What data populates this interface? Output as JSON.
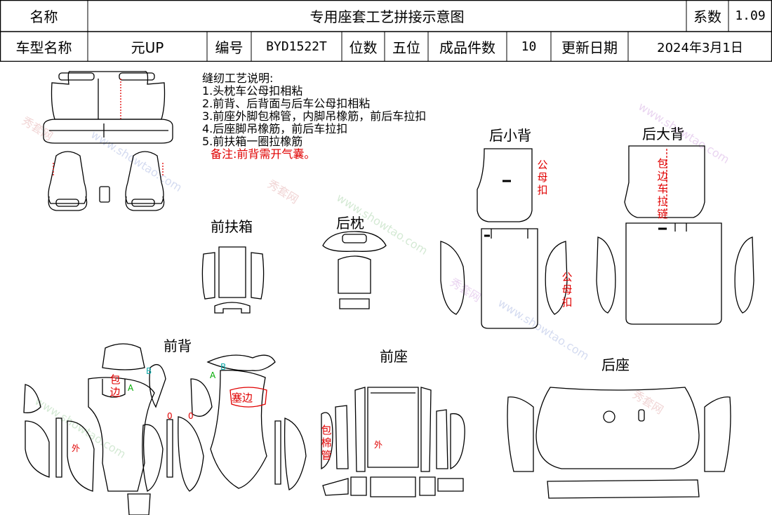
{
  "header": {
    "name_label": "名称",
    "title": "专用座套工艺拼接示意图",
    "coef_label": "系数",
    "coef_value": "1.09",
    "model_label": "车型名称",
    "model_value": "元UP",
    "code_label": "编号",
    "code_value": "BYD1522T",
    "seats_label": "位数",
    "seats_value": "五位",
    "pieces_label": "成品件数",
    "pieces_value": "10",
    "date_label": "更新日期",
    "date_value": "2024年3月1日"
  },
  "notes": {
    "title": "缝纫工艺说明:",
    "items": [
      "1.头枕车公母扣相粘",
      "2.前背、后背面与后车公母扣相粘",
      "3.前座外脚包棉管，内脚吊橡筋，前后车拉扣",
      "4.后座脚吊橡筋，前后车拉扣",
      "5.前扶箱一圈拉橡筋"
    ],
    "remark": "备注:前背需开气囊。"
  },
  "sections": {
    "front_armrest": "前扶箱",
    "rear_headrest": "后枕",
    "rear_small_back": "后小背",
    "rear_big_back": "后大背",
    "front_back": "前背",
    "front_seat": "前座",
    "rear_seat": "后座"
  },
  "annotations": {
    "snap_1": "公母扣",
    "snap_2": "公母扣",
    "zipper": "包边车拉链",
    "edge_1": "包边",
    "edge_2": "塞边",
    "outer_1": "外",
    "outer_2": "外",
    "foam_tube": "包棉管",
    "mark_a1": "A",
    "mark_a2": "A",
    "mark_b1": "B",
    "mark_b2": "B",
    "mark_o1": "0",
    "mark_o2": "0"
  },
  "watermark": {
    "brand": "秀套网",
    "url": "www.showtao.com"
  }
}
